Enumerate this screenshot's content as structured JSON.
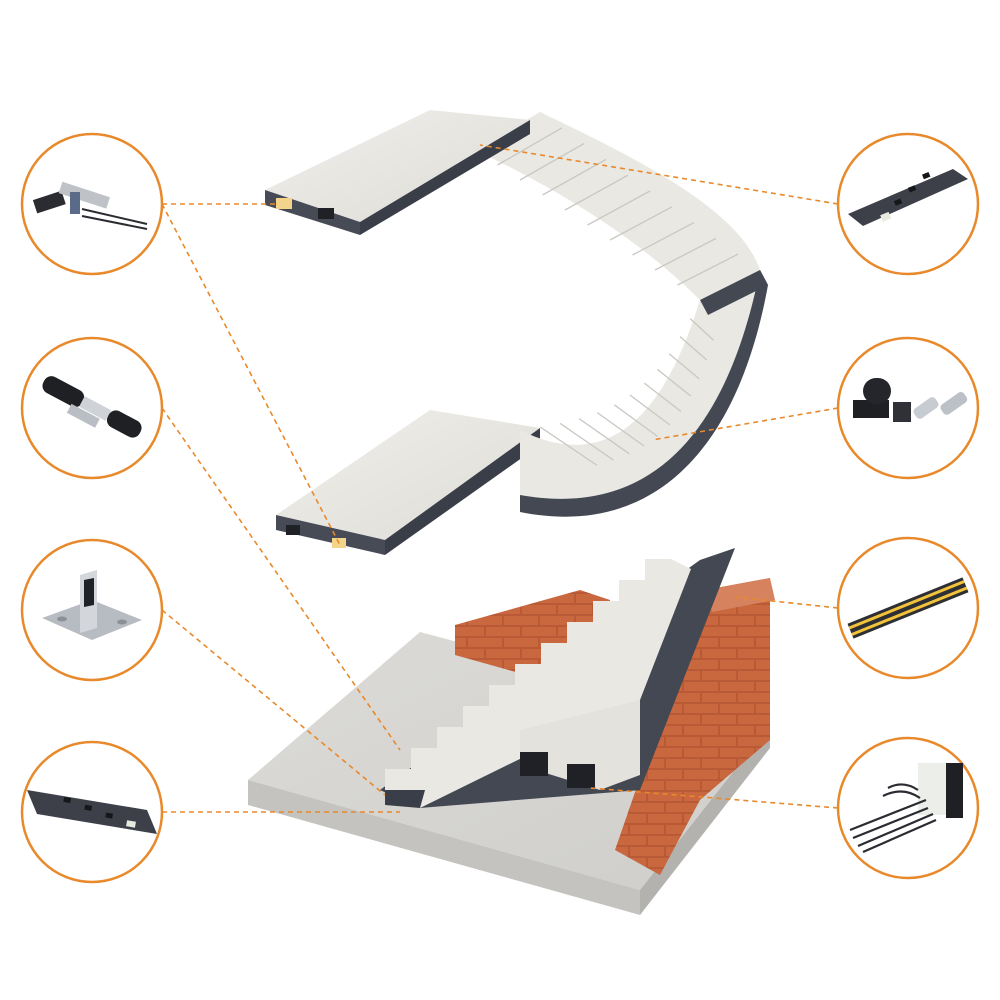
{
  "diagram": {
    "accent_color": "#e8892c",
    "concrete_color": "#e7e6e1",
    "edge_color": "#474b55",
    "brick_color": "#b95a36",
    "components": [
      {
        "side": "left",
        "index": 0,
        "icon": "sliding-bearing-icon"
      },
      {
        "side": "left",
        "index": 1,
        "icon": "threaded-dowel-icon"
      },
      {
        "side": "left",
        "index": 2,
        "icon": "angle-bracket-icon"
      },
      {
        "side": "left",
        "index": 3,
        "icon": "base-pad-icon"
      },
      {
        "side": "right",
        "index": 0,
        "icon": "perforated-pad-icon"
      },
      {
        "side": "right",
        "index": 1,
        "icon": "elastomer-bearing-set-icon"
      },
      {
        "side": "right",
        "index": 2,
        "icon": "acoustic-strip-icon"
      },
      {
        "side": "right",
        "index": 3,
        "icon": "rebar-connector-icon"
      }
    ]
  }
}
